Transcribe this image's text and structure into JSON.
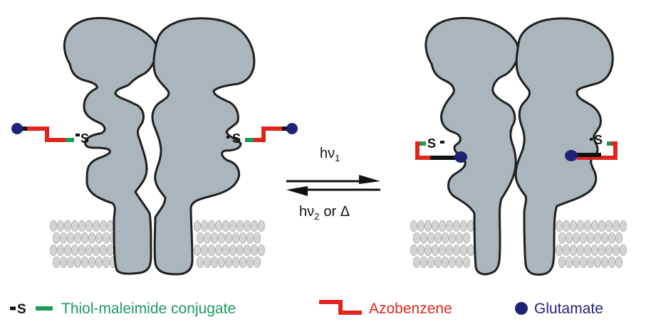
{
  "colors": {
    "protein_fill": "#aab6bb",
    "protein_stroke": "#1f1f1f",
    "membrane_fill": "#d4d4d2",
    "membrane_stroke": "#b5b5b2",
    "linker_black": "#111111",
    "maleimide_green": "#1c9a5c",
    "azobenzene_red": "#e0251d",
    "glutamate_blue": "#1f2377",
    "arrow": "#111111"
  },
  "reaction": {
    "forward_label": "hν",
    "forward_sub": "1",
    "reverse_label_pre": "hν",
    "reverse_sub": "2",
    "reverse_label_post": "or Δ"
  },
  "states": {
    "left_sulfur": "S",
    "right_sulfur": "S"
  },
  "legend": {
    "thiol_symbol": "S",
    "thiol_label": "Thiol-maleimide conjugate",
    "azobenzene_label": "Azobenzene",
    "glutamate_label": "Glutamate"
  },
  "icons": [
    "lipid-bilayer-icon",
    "azobenzene-icon",
    "glutamate-icon",
    "equilibrium-arrows-icon"
  ]
}
